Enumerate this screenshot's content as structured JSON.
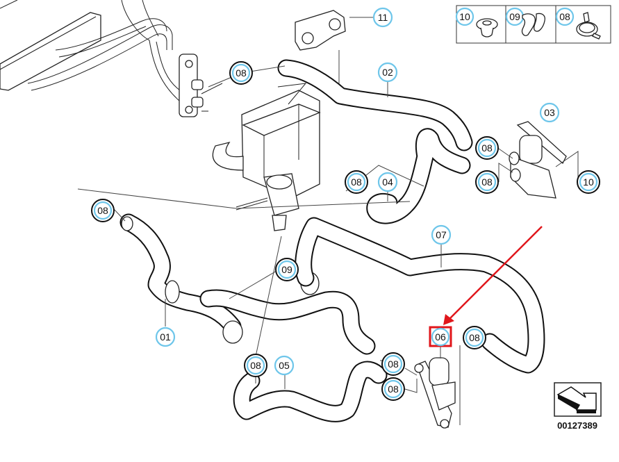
{
  "diagram": {
    "type": "exploded-parts-diagram",
    "reference_number": "00127389",
    "highlight": {
      "target_label": "06",
      "box_color": "#e0161b",
      "arrow_color": "#e0161b"
    },
    "callout_ring_color": "#6ec6ea",
    "callouts": [
      {
        "id": "c01",
        "label": "01"
      },
      {
        "id": "c02",
        "label": "02"
      },
      {
        "id": "c03",
        "label": "03"
      },
      {
        "id": "c04",
        "label": "04"
      },
      {
        "id": "c05",
        "label": "05"
      },
      {
        "id": "c06",
        "label": "06"
      },
      {
        "id": "c07",
        "label": "07"
      },
      {
        "id": "c08a",
        "label": "08"
      },
      {
        "id": "c08b",
        "label": "08"
      },
      {
        "id": "c08c",
        "label": "08"
      },
      {
        "id": "c08d",
        "label": "08"
      },
      {
        "id": "c08e",
        "label": "08"
      },
      {
        "id": "c08f",
        "label": "08"
      },
      {
        "id": "c08g",
        "label": "08"
      },
      {
        "id": "c08h",
        "label": "08"
      },
      {
        "id": "c08i",
        "label": "08"
      },
      {
        "id": "c09",
        "label": "09"
      },
      {
        "id": "c10",
        "label": "10"
      },
      {
        "id": "c11",
        "label": "11"
      }
    ],
    "legend": {
      "items": [
        {
          "label": "10",
          "part": "grommet"
        },
        {
          "label": "09",
          "part": "clamp"
        },
        {
          "label": "08",
          "part": "hose-clamp"
        }
      ]
    }
  }
}
